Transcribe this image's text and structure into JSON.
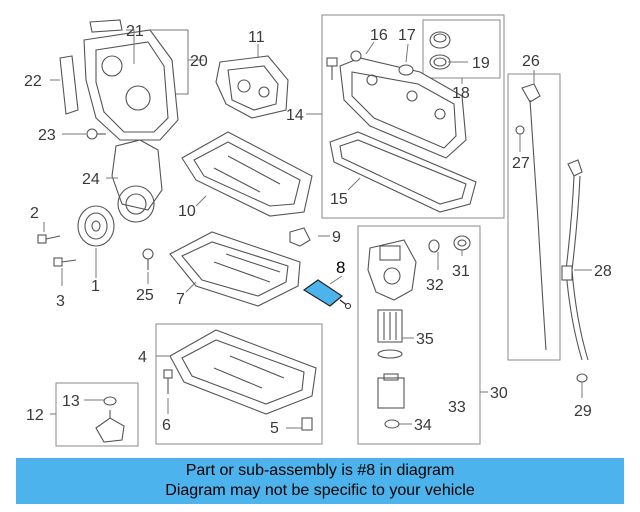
{
  "diagram": {
    "highlight_color": "#4cb3ec",
    "callouts": {
      "c1": "1",
      "c2": "2",
      "c3": "3",
      "c4": "4",
      "c5": "5",
      "c6": "6",
      "c7": "7",
      "c8": "8",
      "c9": "9",
      "c10": "10",
      "c11": "11",
      "c12": "12",
      "c13": "13",
      "c14": "14",
      "c15": "15",
      "c16": "16",
      "c17": "17",
      "c18": "18",
      "c19": "19",
      "c20": "20",
      "c21": "21",
      "c22": "22",
      "c23": "23",
      "c24": "24",
      "c25": "25",
      "c26": "26",
      "c27": "27",
      "c28": "28",
      "c29": "29",
      "c30": "30",
      "c31": "31",
      "c32": "32",
      "c33": "33",
      "c34": "34",
      "c35": "35"
    }
  },
  "banner": {
    "line1": "Part or sub-assembly is #8 in diagram",
    "line2": "Diagram may not be specific to your vehicle",
    "background": "#4cb3ec"
  }
}
